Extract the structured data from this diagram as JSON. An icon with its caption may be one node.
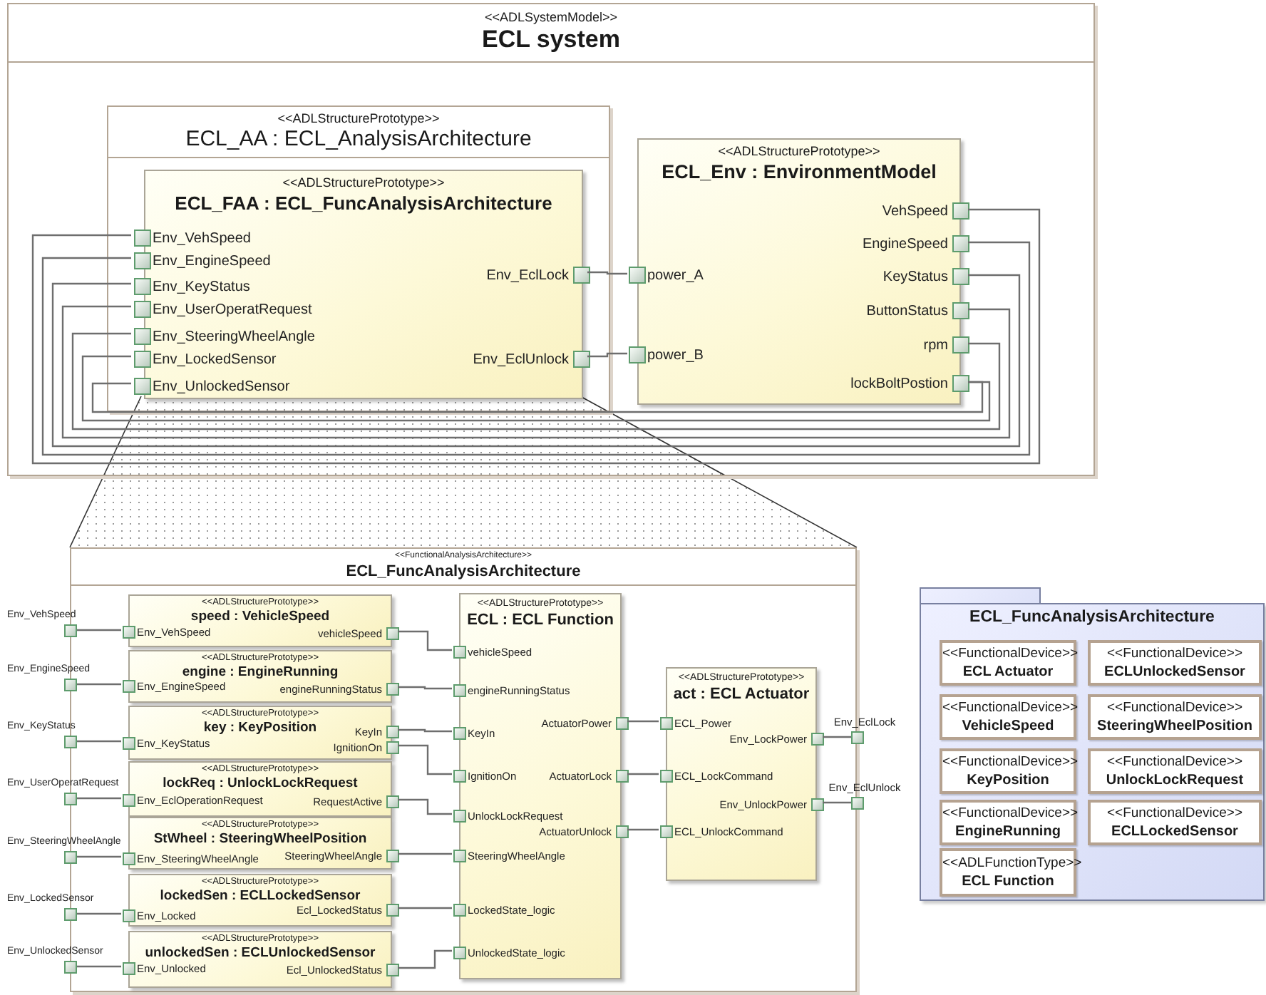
{
  "diagram": {
    "nodes": [
      {
        "text": [
          "<<ADLSystemModel>>",
          "ECL system"
        ]
      },
      {
        "text": [
          "<<ADLStructurePrototype>>",
          "ECL_AA : ECL_AnalysisArchitecture"
        ],
        "in": 0
      },
      {
        "text": [
          "<<ADLStructurePrototype>>",
          "ECL_FAA : ECL_FuncAnalysisArchitecture"
        ],
        "in": 1
      },
      {
        "text": [],
        "shape": "box",
        "beside": [
          "Env_VehSpeed"
        ],
        "in": 1
      },
      {
        "text": [],
        "shape": "box",
        "beside": [
          "Env_EngineSpeed"
        ],
        "in": 1
      },
      {
        "text": [],
        "shape": "box",
        "beside": [
          "Env_KeyStatus"
        ],
        "in": 1
      },
      {
        "text": [],
        "shape": "box",
        "beside": [
          "Env_UserOperatRequest"
        ],
        "in": 1
      },
      {
        "text": [],
        "shape": "box",
        "beside": [
          "Env_SteeringWheelAngle"
        ],
        "in": 1
      },
      {
        "text": [],
        "shape": "box",
        "beside": [
          "Env_LockedSensor"
        ],
        "in": 1
      },
      {
        "text": [],
        "shape": "box",
        "beside": [
          "Env_UnlockedSensor"
        ],
        "in": 1
      },
      {
        "text": [],
        "shape": "box",
        "beside": [
          "Env_EclLock"
        ],
        "in": 1
      },
      {
        "text": [],
        "shape": "box",
        "beside": [
          "Env_EclUnlock"
        ],
        "in": 1
      },
      {
        "text": [
          "<<ADLStructurePrototype>>",
          "ECL_Env : EnvironmentModel"
        ],
        "in": 0
      },
      {
        "text": [],
        "shape": "box",
        "beside": [
          "power_A"
        ],
        "in": 0
      },
      {
        "text": [],
        "shape": "box",
        "beside": [
          "power_B"
        ],
        "in": 0
      },
      {
        "text": [],
        "shape": "box",
        "beside": [
          "VehSpeed"
        ],
        "in": 0
      },
      {
        "text": [],
        "shape": "box",
        "beside": [
          "EngineSpeed"
        ],
        "in": 0
      },
      {
        "text": [],
        "shape": "box",
        "beside": [
          "KeyStatus"
        ],
        "in": 0
      },
      {
        "text": [],
        "shape": "box",
        "beside": [
          "ButtonStatus"
        ],
        "in": 0
      },
      {
        "text": [],
        "shape": "box",
        "beside": [
          "rpm"
        ],
        "in": 0
      },
      {
        "text": [],
        "shape": "box",
        "beside": [
          "lockBoltPostion"
        ],
        "in": 0
      },
      {
        "text": [
          "<<FunctionalAnalysisArchitecture>>",
          "ECL_FuncAnalysisArchitecture"
        ]
      },
      {
        "text": [],
        "shape": "box",
        "beside": [
          "Env_VehSpeed"
        ]
      },
      {
        "text": [],
        "shape": "box",
        "beside": [
          "Env_EngineSpeed"
        ]
      },
      {
        "text": [],
        "shape": "box",
        "beside": [
          "Env_KeyStatus"
        ]
      },
      {
        "text": [],
        "shape": "box",
        "beside": [
          "Env_UserOperatRequest"
        ]
      },
      {
        "text": [],
        "shape": "box",
        "beside": [
          "Env_SteeringWheelAngle"
        ]
      },
      {
        "text": [],
        "shape": "box",
        "beside": [
          "Env_LockedSensor"
        ]
      },
      {
        "text": [],
        "shape": "box",
        "beside": [
          "Env_UnlockedSensor"
        ]
      },
      {
        "text": [
          "<<ADLStructurePrototype>>",
          "speed : VehicleSpeed"
        ],
        "in": 21
      },
      {
        "text": [],
        "shape": "box",
        "beside": [
          "Env_VehSpeed"
        ],
        "in": 21
      },
      {
        "text": [],
        "shape": "box",
        "beside": [
          "vehicleSpeed"
        ],
        "in": 21
      },
      {
        "text": [
          "<<ADLStructurePrototype>>",
          "engine : EngineRunning"
        ],
        "in": 21
      },
      {
        "text": [],
        "shape": "box",
        "beside": [
          "Env_EngineSpeed"
        ],
        "in": 21
      },
      {
        "text": [],
        "shape": "box",
        "beside": [
          "engineRunningStatus"
        ],
        "in": 21
      },
      {
        "text": [
          "<<ADLStructurePrototype>>",
          "key : KeyPosition"
        ],
        "in": 21
      },
      {
        "text": [],
        "shape": "box",
        "beside": [
          "Env_KeyStatus"
        ],
        "in": 21
      },
      {
        "text": [],
        "shape": "box",
        "beside": [
          "KeyIn"
        ],
        "in": 21
      },
      {
        "text": [],
        "shape": "box",
        "beside": [
          "IgnitionOn"
        ],
        "in": 21
      },
      {
        "text": [
          "<<ADLStructurePrototype>>",
          "lockReq : UnlockLockRequest"
        ],
        "in": 21
      },
      {
        "text": [],
        "shape": "box",
        "beside": [
          "Env_EclOperationRequest"
        ],
        "in": 21
      },
      {
        "text": [],
        "shape": "box",
        "beside": [
          "RequestActive"
        ],
        "in": 21
      },
      {
        "text": [
          "<<ADLStructurePrototype>>",
          "StWheel : SteeringWheelPosition"
        ],
        "in": 21
      },
      {
        "text": [],
        "shape": "box",
        "beside": [
          "Env_SteeringWheelAngle"
        ],
        "in": 21
      },
      {
        "text": [],
        "shape": "box",
        "beside": [
          "SteeringWheelAngle"
        ],
        "in": 21
      },
      {
        "text": [
          "<<ADLStructurePrototype>>",
          "lockedSen : ECLLockedSensor"
        ],
        "in": 21
      },
      {
        "text": [],
        "shape": "box",
        "beside": [
          "Env_Locked"
        ],
        "in": 21
      },
      {
        "text": [],
        "shape": "box",
        "beside": [
          "Ecl_LockedStatus"
        ],
        "in": 21
      },
      {
        "text": [
          "<<ADLStructurePrototype>>",
          "unlockedSen : ECLUnlockedSensor"
        ],
        "in": 21
      },
      {
        "text": [],
        "shape": "box",
        "beside": [
          "Env_Unlocked"
        ],
        "in": 21
      },
      {
        "text": [],
        "shape": "box",
        "beside": [
          "Ecl_UnlockedStatus"
        ],
        "in": 21
      },
      {
        "text": [
          "<<ADLStructurePrototype>>",
          "ECL : ECL Function"
        ],
        "in": 21
      },
      {
        "text": [],
        "shape": "box",
        "beside": [
          "vehicleSpeed"
        ],
        "in": 21
      },
      {
        "text": [],
        "shape": "box",
        "beside": [
          "engineRunningStatus"
        ],
        "in": 21
      },
      {
        "text": [],
        "shape": "box",
        "beside": [
          "KeyIn"
        ],
        "in": 21
      },
      {
        "text": [],
        "shape": "box",
        "beside": [
          "IgnitionOn"
        ],
        "in": 21
      },
      {
        "text": [],
        "shape": "box",
        "beside": [
          "UnlockLockRequest"
        ],
        "in": 21
      },
      {
        "text": [],
        "shape": "box",
        "beside": [
          "SteeringWheelAngle"
        ],
        "in": 21
      },
      {
        "text": [],
        "shape": "box",
        "beside": [
          "LockedState_logic"
        ],
        "in": 21
      },
      {
        "text": [],
        "shape": "box",
        "beside": [
          "UnlockedState_logic"
        ],
        "in": 21
      },
      {
        "text": [],
        "shape": "box",
        "beside": [
          "ActuatorPower"
        ],
        "in": 21
      },
      {
        "text": [],
        "shape": "box",
        "beside": [
          "ActuatorLock"
        ],
        "in": 21
      },
      {
        "text": [],
        "shape": "box",
        "beside": [
          "ActuatorUnlock"
        ],
        "in": 21
      },
      {
        "text": [
          "<<ADLStructurePrototype>>",
          "act : ECL Actuator"
        ],
        "in": 21
      },
      {
        "text": [],
        "shape": "box",
        "beside": [
          "ECL_Power"
        ],
        "in": 21
      },
      {
        "text": [],
        "shape": "box",
        "beside": [
          "ECL_LockCommand"
        ],
        "in": 21
      },
      {
        "text": [],
        "shape": "box",
        "beside": [
          "ECL_UnlockCommand"
        ],
        "in": 21
      },
      {
        "text": [],
        "shape": "box",
        "beside": [
          "Env_LockPower"
        ],
        "in": 21
      },
      {
        "text": [],
        "shape": "box",
        "beside": [
          "Env_UnlockPower"
        ],
        "in": 21
      },
      {
        "text": [],
        "shape": "box",
        "beside": [
          "Env_EclLock"
        ]
      },
      {
        "text": [],
        "shape": "box",
        "beside": [
          "Env_EclUnlock"
        ]
      },
      {
        "text": [
          "ECL_FuncAnalysisArchitecture"
        ]
      },
      {
        "text": [
          "<<FunctionalDevice>>",
          "ECL Actuator"
        ],
        "in": 71
      },
      {
        "text": [
          "<<FunctionalDevice>>",
          "ECLUnlockedSensor"
        ],
        "in": 71
      },
      {
        "text": [
          "<<FunctionalDevice>>",
          "VehicleSpeed"
        ],
        "in": 71
      },
      {
        "text": [
          "<<FunctionalDevice>>",
          "SteeringWheelPosition"
        ],
        "in": 71
      },
      {
        "text": [
          "<<FunctionalDevice>>",
          "KeyPosition"
        ],
        "in": 71
      },
      {
        "text": [
          "<<FunctionalDevice>>",
          "UnlockLockRequest"
        ],
        "in": 71
      },
      {
        "text": [
          "<<FunctionalDevice>>",
          "EngineRunning"
        ],
        "in": 71
      },
      {
        "text": [
          "<<FunctionalDevice>>",
          "ECLLockedSensor"
        ],
        "in": 71
      },
      {
        "text": [
          "<<ADLFunctionType>>",
          "ECL Function"
        ],
        "in": 71
      }
    ],
    "edges": [
      {
        "from": 3,
        "to": 15,
        "arrow": "none"
      },
      {
        "from": 4,
        "to": 16,
        "arrow": "none"
      },
      {
        "from": 5,
        "to": 17,
        "arrow": "none"
      },
      {
        "from": 6,
        "to": 18,
        "arrow": "none"
      },
      {
        "from": 7,
        "to": 19,
        "arrow": "none"
      },
      {
        "from": 8,
        "to": 20,
        "arrow": "none"
      },
      {
        "from": 9,
        "to": 20,
        "arrow": "none"
      },
      {
        "from": 10,
        "to": 13,
        "arrow": "none"
      },
      {
        "from": 11,
        "to": 14,
        "arrow": "none"
      },
      {
        "from": 22,
        "to": 30,
        "arrow": "none"
      },
      {
        "from": 23,
        "to": 33,
        "arrow": "none"
      },
      {
        "from": 24,
        "to": 36,
        "arrow": "none"
      },
      {
        "from": 25,
        "to": 40,
        "arrow": "none"
      },
      {
        "from": 26,
        "to": 43,
        "arrow": "none"
      },
      {
        "from": 27,
        "to": 46,
        "arrow": "none"
      },
      {
        "from": 28,
        "to": 49,
        "arrow": "none"
      },
      {
        "from": 31,
        "to": 52,
        "arrow": "none"
      },
      {
        "from": 34,
        "to": 53,
        "arrow": "none"
      },
      {
        "from": 37,
        "to": 54,
        "arrow": "none"
      },
      {
        "from": 38,
        "to": 55,
        "arrow": "none"
      },
      {
        "from": 41,
        "to": 56,
        "arrow": "none"
      },
      {
        "from": 44,
        "to": 57,
        "arrow": "none"
      },
      {
        "from": 47,
        "to": 58,
        "arrow": "none"
      },
      {
        "from": 50,
        "to": 59,
        "arrow": "none"
      },
      {
        "from": 60,
        "to": 64,
        "arrow": "none"
      },
      {
        "from": 61,
        "to": 65,
        "arrow": "none"
      },
      {
        "from": 62,
        "to": 66,
        "arrow": "none"
      },
      {
        "from": 67,
        "to": 69,
        "arrow": "none"
      },
      {
        "from": 68,
        "to": 70,
        "arrow": "none"
      }
    ]
  }
}
